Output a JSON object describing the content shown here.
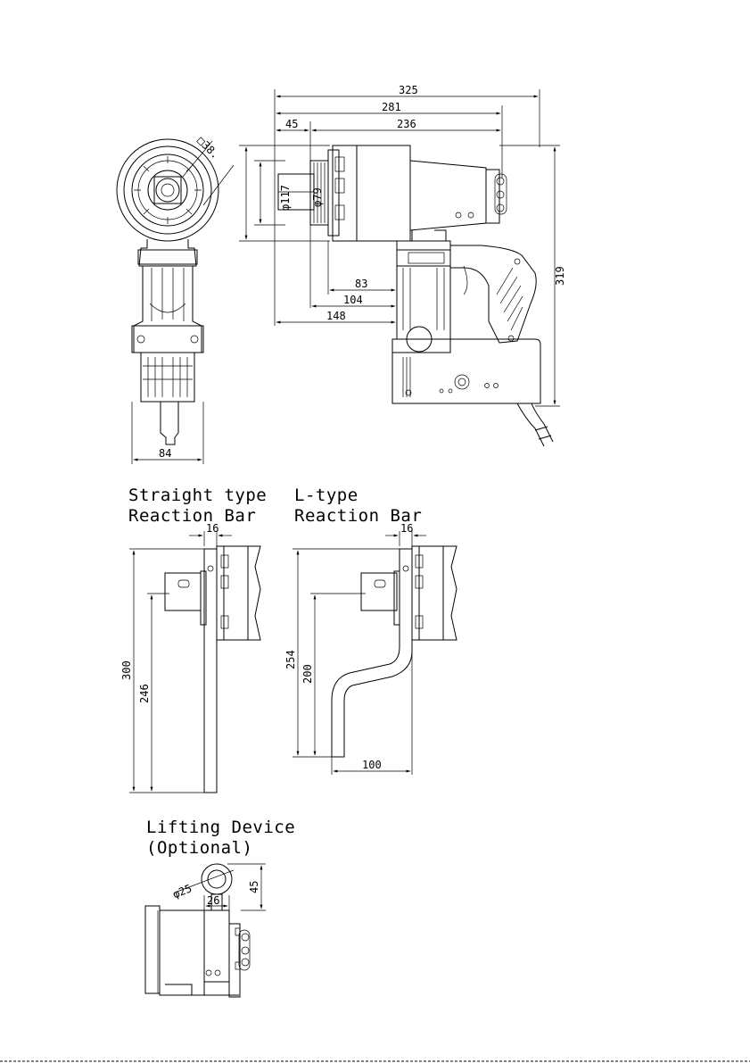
{
  "main_view": {
    "dims": {
      "overall_length": "325",
      "length_281": "281",
      "length_45": "45",
      "length_236": "236",
      "height_319": "319",
      "socket_outer_dia": "φ117",
      "socket_dia": "φ79",
      "socket_38": "□38.",
      "depth_83": "83",
      "depth_104": "104",
      "depth_148": "148",
      "width_84": "84"
    }
  },
  "straight_bar": {
    "title_line1": "Straight type",
    "title_line2": "Reaction Bar",
    "dim_16": "16",
    "dim_300": "300",
    "dim_246": "246"
  },
  "l_bar": {
    "title_line1": "L-type",
    "title_line2": "Reaction Bar",
    "dim_16": "16",
    "dim_254": "254",
    "dim_200": "200",
    "dim_100": "100"
  },
  "lifting": {
    "title_line1": "Lifting Device",
    "title_line2": "(Optional)",
    "dim_dia25": "φ25",
    "dim_26": "26",
    "dim_45": "45"
  }
}
